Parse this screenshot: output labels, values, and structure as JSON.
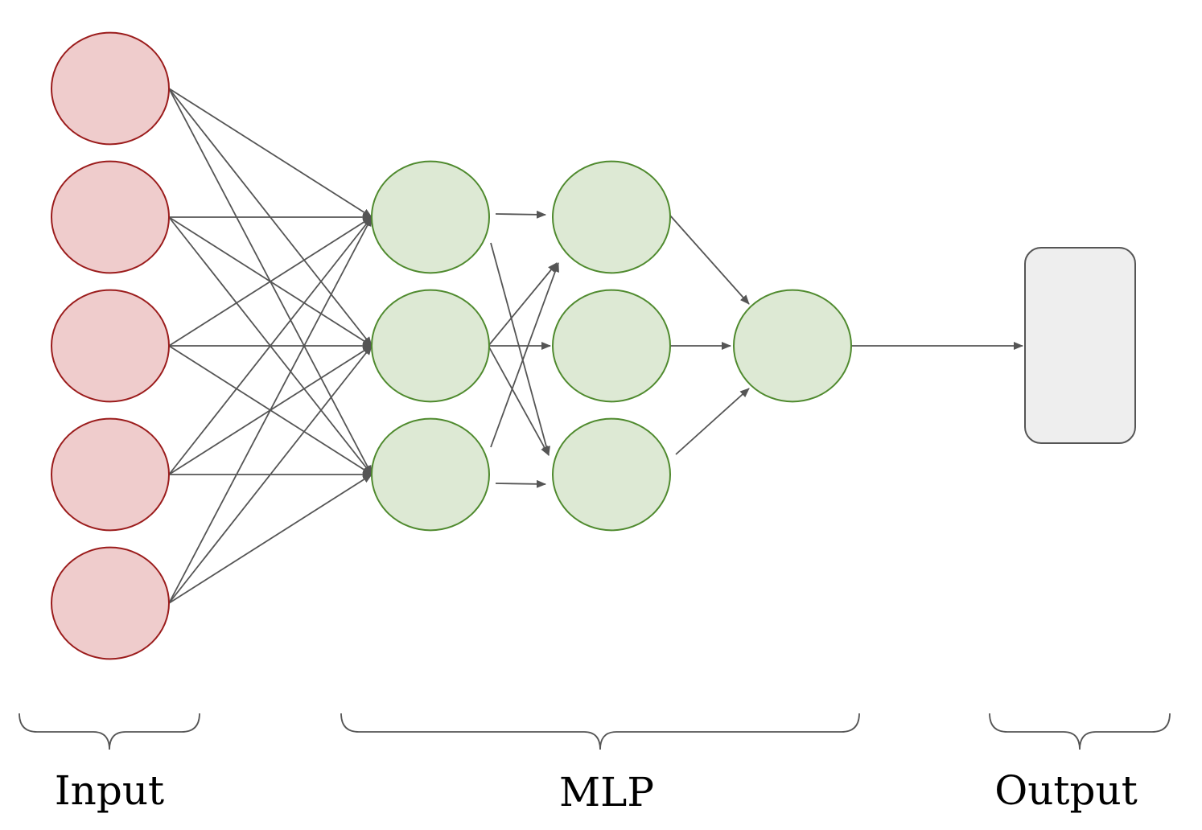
{
  "groups": {
    "input_label": "Input",
    "mlp_label": "MLP",
    "output_label": "Output"
  },
  "colors": {
    "input_fill": "#efcccc",
    "input_stroke": "#9b1c1c",
    "hidden_fill": "#dde9d4",
    "hidden_stroke": "#4f8a2e",
    "output_fill": "#eeeeee",
    "edge": "#555555"
  },
  "network": {
    "input_nodes": 5,
    "hidden_layers": [
      3,
      3,
      1
    ],
    "output_nodes": 1
  }
}
